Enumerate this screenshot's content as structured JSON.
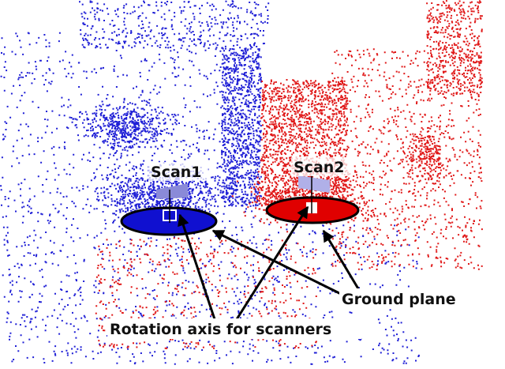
{
  "labels": {
    "scan1": "Scan1",
    "scan2": "Scan2",
    "ground_plane": "Ground plane",
    "rotation_axis": "Rotation axis for scanners"
  },
  "colors": {
    "scan1_points": "#1f1fd6",
    "scan2_points": "#e01818",
    "scanner_marker": "#8a8ad8",
    "annotation": "#000000"
  }
}
